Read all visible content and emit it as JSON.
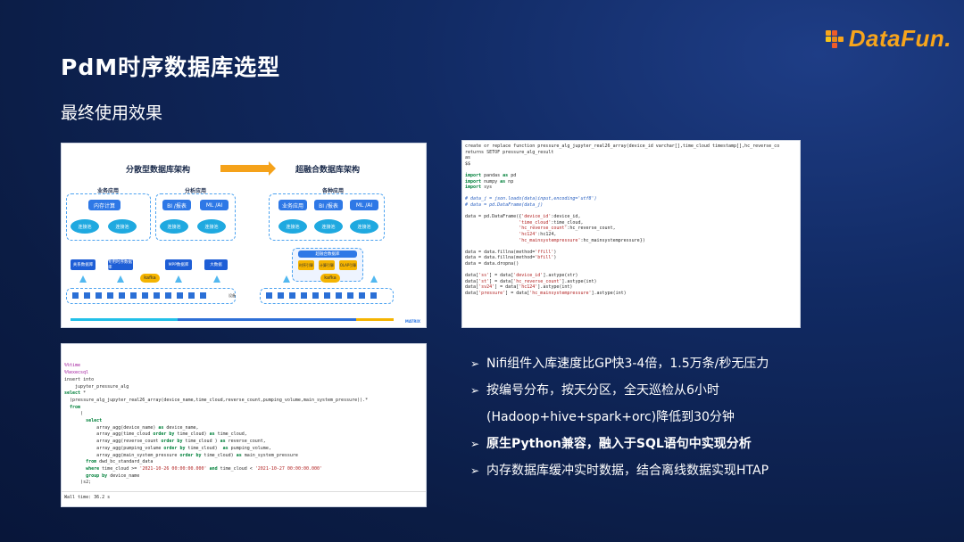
{
  "slide": {
    "title": "PdM时序数据库选型",
    "subtitle": "最终使用效果"
  },
  "logo": {
    "text": "DataFun.",
    "colors": [
      "#f7a51c",
      "#ef5b2a",
      "#f7c41a",
      "#e8891a"
    ]
  },
  "diagram": {
    "left_title": "分散型数据库架构",
    "right_title": "超融合数据库架构",
    "left_groups": [
      {
        "label": "业务应用",
        "buttons": [
          "内存计算"
        ],
        "ovals": [
          "连接池",
          "连接池"
        ]
      },
      {
        "label": "分析应用",
        "buttons": [
          "BI /报表",
          "ML /AI"
        ],
        "ovals": [
          "连接池",
          "连接池"
        ]
      }
    ],
    "left_stores": [
      "关系数据库",
      "专用时序数据库",
      "MPP数据库",
      "大数据"
    ],
    "right_group": {
      "label": "各种应用",
      "buttons": [
        "业务应用",
        "BI /报表",
        "ML /AI"
      ],
      "ovals": [
        "连接池",
        "连接池",
        "连接池"
      ]
    },
    "right_db": "超融合数据库",
    "right_engines": [
      "时序引擎",
      "计算引擎",
      "OLAP引擎"
    ],
    "kafka": "kafka",
    "device_label": "设备",
    "brand": "MATRIX",
    "colors": {
      "blue": "#2e78e6",
      "cyan": "#1fa9e0",
      "orange": "#f5a21a",
      "yellow": "#f5b400"
    }
  },
  "code_top": {
    "lines": [
      "create or replace function pressure_alg_jupyter_real26_array(device_id varchar[],time_cloud timestamp[],hc_reverse_co",
      "returns SETOF pressure_alg_result",
      "as",
      "$$",
      "",
      "import pandas as pd",
      "import numpy as np",
      "import sys",
      "",
      "# data_j = json.loads(data)input,encoding='utf8')",
      "# data = pd.DataFrame(data_j)",
      "",
      "data = pd.DataFrame({'device_id':device_id,",
      "                    'time_cloud':time_cloud,",
      "                    'hc_reverse_count':hc_reverse_count,",
      "                    'hc124':hc124,",
      "                    'hc_mainsystempressure':hc_mainsystempressure})",
      "",
      "data = data.fillna(method='ffill')",
      "data = data.fillna(method='bfill')",
      "data = data.dropna()",
      "",
      "data['ss'] = data['device_id'].astype(str)",
      "data['st'] = data['hc_reverse_count'].astype(int)",
      "data['sv24'] = data['hc124'].astype(int)",
      "data['pressure'] = data['hc_mainsystempressure'].astype(int)"
    ]
  },
  "code_bottom": {
    "lines": [
      "%%time",
      "%%execsql",
      "insert into",
      "    jupyter_pressure_alg",
      "select *",
      "  (pressure_alg_jupyter_real26_array(device_name,time_cloud,reverse_count,pumping_volume,main_system_pressure)).*",
      "  from",
      "      (",
      "        select",
      "            array_agg(device_name) as device_name,",
      "            array_agg(time_cloud order by time_cloud) as time_cloud,",
      "            array_agg(reverse_count order by time_cloud ) as reverse_count,",
      "            array_agg(pumping_volume order by time_cloud)  as pumping_volume,",
      "            array_agg(main_system_pressure order by time_cloud) as main_system_pressure",
      "        from dwd_bc_standard_data",
      "        where time_cloud >= '2021-10-26 00:00:00.000' and time_cloud < '2021-10-27 00:00:00.000'",
      "        group by device_name",
      "      )s2;"
    ],
    "wall_time": "Wall time: 36.2 s"
  },
  "bullets": [
    {
      "marker": "➢",
      "text": "Nifi组件入库速度比GP快3-4倍，1.5万条/秒无压力",
      "bold": false
    },
    {
      "marker": "➢",
      "text": "按编号分布，按天分区，全天巡检从6小时",
      "bold": false
    },
    {
      "marker": "",
      "text": "(Hadoop+hive+spark+orc)降低到30分钟",
      "bold": false
    },
    {
      "marker": "➢",
      "text": "原生Python兼容，融入于SQL语句中实现分析",
      "bold": true
    },
    {
      "marker": "➢",
      "text": "内存数据库缓冲实时数据，结合离线数据实现HTAP",
      "bold": false
    }
  ]
}
